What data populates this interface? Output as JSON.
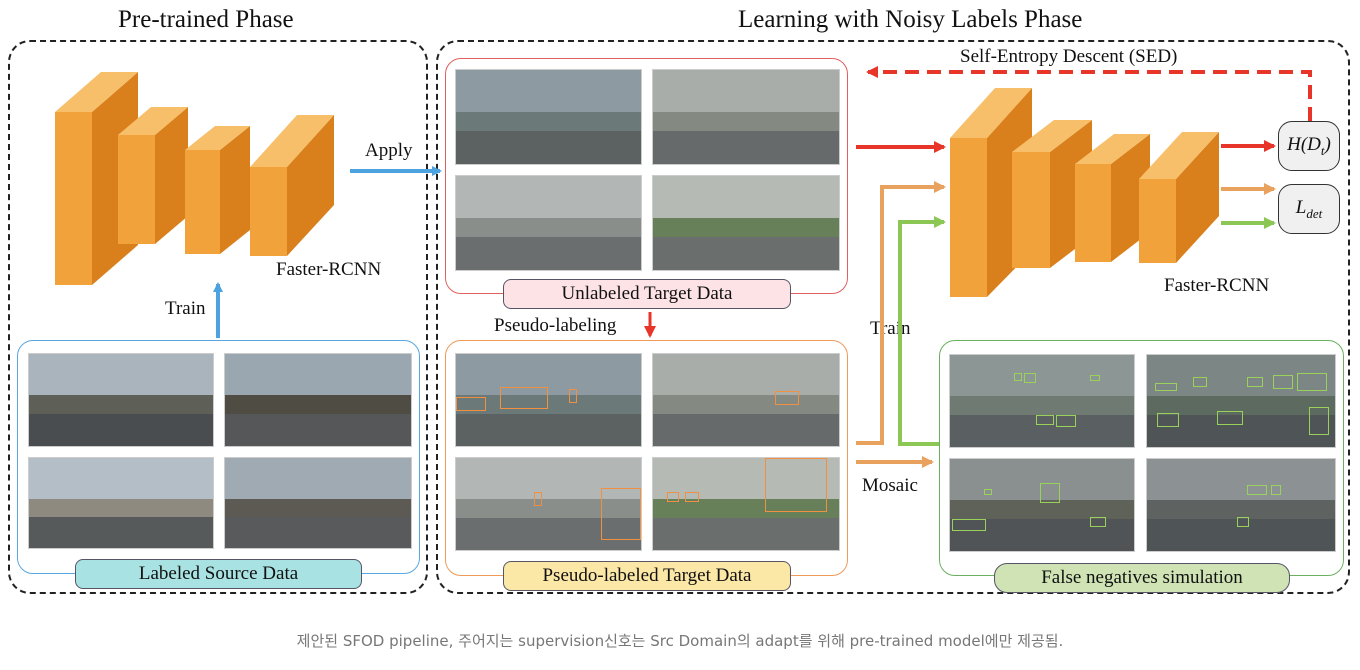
{
  "titles": {
    "pretrained": "Pre-trained Phase",
    "noisy": "Learning with Noisy Labels Phase"
  },
  "labels": {
    "apply": "Apply",
    "train_left": "Train",
    "faster_rcnn_left": "Faster-RCNN",
    "faster_rcnn_right": "Faster-RCNN",
    "sed": "Self-Entropy Descent (SED)",
    "pseudo_labeling": "Pseudo-labeling",
    "train_right": "Train",
    "mosaic": "Mosaic"
  },
  "captions": {
    "labeled_source": "Labeled Source Data",
    "unlabeled_target": "Unlabeled Target Data",
    "pseudo_labeled": "Pseudo-labeled Target Data",
    "fn_sim": "False negatives simulation"
  },
  "losses": {
    "entropy_main": "H(D",
    "entropy_sub": "t",
    "entropy_close": ")",
    "det_main": "L",
    "det_sub": "det"
  },
  "colors": {
    "block_front": "#f2a23a",
    "block_side": "#d9801c",
    "block_top": "#f7bf6a",
    "arrow_blue": "#4ca3e0",
    "arrow_red": "#e8352a",
    "arrow_orange": "#e9a15e",
    "arrow_green": "#8cc654",
    "caption_cyan": "#a9e2e2",
    "caption_pink": "#fde3e6",
    "caption_yellow": "#fbe7a6",
    "caption_green": "#cfe3b4"
  },
  "footer": "제안된 SFOD pipeline, 주어지는 supervision신호는 Src Domain의 adapt를 위해 pre-trained model에만 제공됨."
}
